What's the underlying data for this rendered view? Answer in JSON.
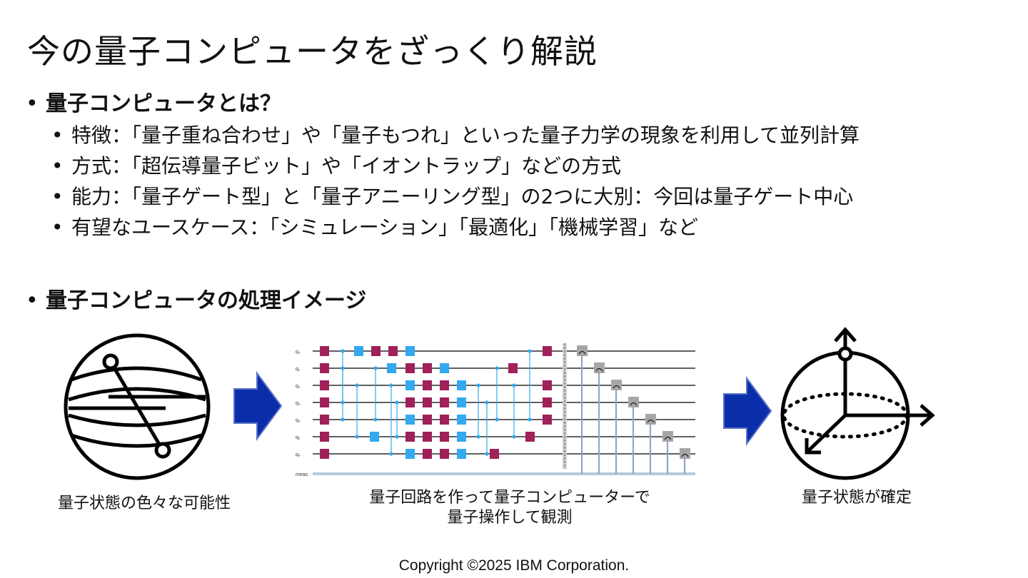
{
  "title": "今の量子コンピュータをざっくり解説",
  "section1": {
    "heading": "量子コンピュータとは？",
    "items": [
      "特徴：「量子重ね合わせ」や「量子もつれ」といった量子力学の現象を利用して並列計算",
      "方式：「超伝導量子ビット」や「イオントラップ」などの方式",
      "能力：「量子ゲート型」と「量子アニーリング型」の2つに大別：今回は量子ゲート中心",
      "有望なユースケース：「シミュレーション」「最適化」「機械学習」など"
    ]
  },
  "section2": {
    "heading": "量子コンピュータの処理イメージ"
  },
  "bullet_symbol": "•",
  "captions": {
    "left": "量子状態の色々な可能性",
    "middle_line1": "量子回路を作って量子コンピューターで",
    "middle_line2": "量子操作して観測",
    "right": "量子状態が確定"
  },
  "circuit": {
    "qubit_labels": [
      "q₀",
      "q₁",
      "q₂",
      "q₃",
      "q₄",
      "q₅",
      "q₆"
    ],
    "meas_label": "meas"
  },
  "copyright": "Copyright ©2025 IBM Corporation.",
  "colors": {
    "arrow": "#0a2eaa",
    "gate_magenta": "#a0205a",
    "gate_blue": "#33a9f0",
    "measure_gray": "#a6a6a6",
    "classical_wire": "#8ea6c8"
  }
}
